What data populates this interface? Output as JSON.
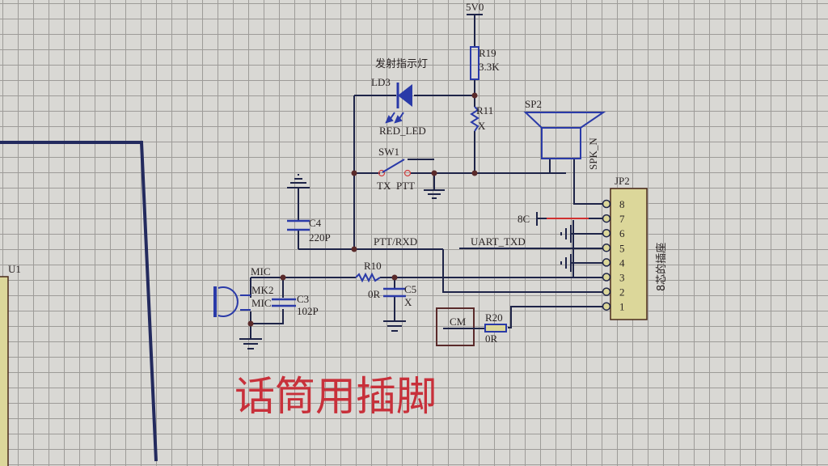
{
  "schematic": {
    "power": {
      "net": "5V0"
    },
    "components": {
      "r19": {
        "ref": "R19",
        "value": "3.3K"
      },
      "ld3": {
        "ref": "LD3",
        "value": "RED_LED",
        "comment": "发射指示灯"
      },
      "r11": {
        "ref": "R11",
        "value": "X"
      },
      "sw1": {
        "ref": "SW1",
        "pin_a": "TX",
        "pin_b": "PTT"
      },
      "sp2": {
        "ref": "SP2",
        "net": "SPK_N"
      },
      "c4": {
        "ref": "C4",
        "value": "220P"
      },
      "mk2": {
        "ref": "MK2",
        "value": "MIC"
      },
      "c3": {
        "ref": "C3",
        "value": "102P"
      },
      "r10": {
        "ref": "R10",
        "value": "0R"
      },
      "c5": {
        "ref": "C5",
        "value": "X"
      },
      "cm": {
        "ref": "CM"
      },
      "r20": {
        "ref": "R20",
        "value": "0R"
      },
      "jp2": {
        "ref": "JP2",
        "description": "8芯的插座",
        "pins": [
          "8",
          "7",
          "6",
          "5",
          "4",
          "3",
          "2",
          "1"
        ]
      },
      "u1": {
        "ref": "U1"
      }
    },
    "nets": {
      "mic": "MIC",
      "ptt_rxd": "PTT/RXD",
      "uart_txd": "UART_TXD",
      "pin7_net": "8C"
    },
    "annotation": "话筒用插脚"
  },
  "colors": {
    "wire": "#1e2a5e",
    "component": "#2a3aa8",
    "junction": "#5a2a2a",
    "highlight_wire": "#d03030",
    "annotation": "#c8303a",
    "connector_fill": "#dcd79a"
  }
}
